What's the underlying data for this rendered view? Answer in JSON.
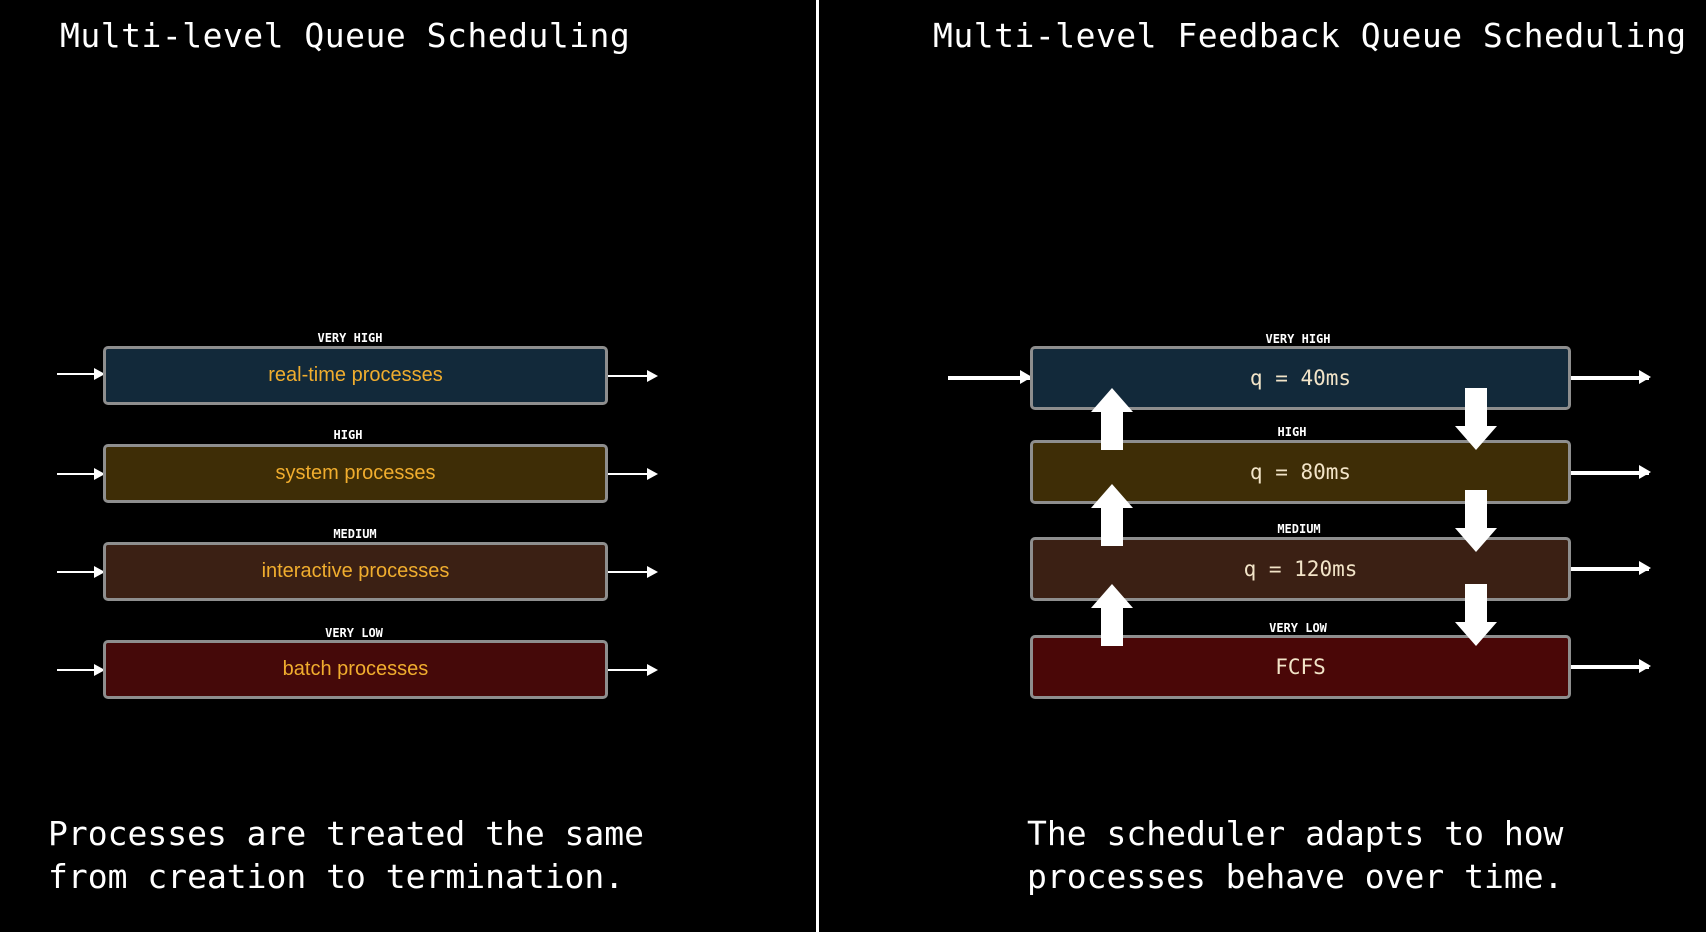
{
  "left": {
    "title": "Multi-level Queue Scheduling",
    "caption": "Processes are treated the same\nfrom creation to termination.",
    "queues": [
      {
        "level": "VERY HIGH",
        "label": "real-time processes",
        "color": "#12293a"
      },
      {
        "level": "HIGH",
        "label": "system processes",
        "color": "#3e2d06"
      },
      {
        "level": "MEDIUM",
        "label": "interactive processes",
        "color": "#3b2014"
      },
      {
        "level": "VERY LOW",
        "label": "batch processes",
        "color": "#450909"
      }
    ]
  },
  "right": {
    "title": "Multi-level Feedback Queue Scheduling",
    "caption": "The scheduler adapts to how\nprocesses behave over time.",
    "queues": [
      {
        "level": "VERY HIGH",
        "label": "q = 40ms",
        "color": "#12293a"
      },
      {
        "level": "HIGH",
        "label": "q = 80ms",
        "color": "#3e2d06"
      },
      {
        "level": "MEDIUM",
        "label": "q = 120ms",
        "color": "#3b2014"
      },
      {
        "level": "VERY LOW",
        "label": "FCFS",
        "color": "#4a0707"
      }
    ]
  }
}
